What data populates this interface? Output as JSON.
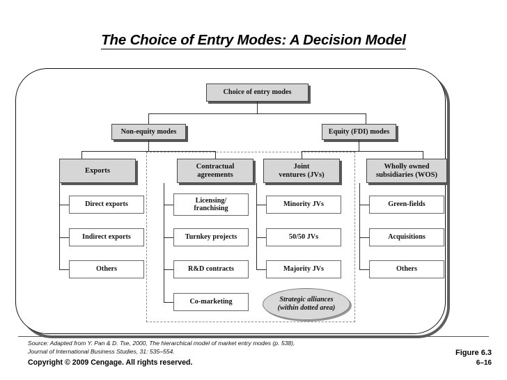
{
  "slide": {
    "title": "The Choice of Entry Modes: A Decision Model",
    "figure_label": "Figure 6.3",
    "slide_number": "6–16",
    "source_note": "Source: Adapted from Y. Pan & D. Tse, 2000, The hierarchical model of market entry modes (p. 538), Journal of International Business Studies, 31: 535–554.",
    "copyright": "Copyright © 2009 Cengage. All rights reserved."
  },
  "colors": {
    "box_gray": "#d6d6d6",
    "box_border": "#444444",
    "shadow": "#595959",
    "dashed_region": "#8a8a8a",
    "oval_fill": "#d9d9d9",
    "text": "#111111"
  },
  "diagram": {
    "root": "Choice of entry modes",
    "level2": [
      "Non-equity modes",
      "Equity (FDI) modes"
    ],
    "level3": [
      "Exports",
      "Contractual agreements",
      "Joint ventures (JVs)",
      "Wholly owned subsidiaries (WOS)"
    ],
    "level3_lines": {
      "exports": [
        "Exports"
      ],
      "contractual": [
        "Contractual",
        "agreements"
      ],
      "jv": [
        "Joint",
        "ventures (JVs)"
      ],
      "wos": [
        "Wholly owned",
        "subsidiaries (WOS)"
      ]
    },
    "columns": {
      "exports": [
        "Direct exports",
        "Indirect exports",
        "Others"
      ],
      "contractual": [
        "Licensing/ franchising",
        "Turnkey projects",
        "R&D contracts",
        "Co-marketing"
      ],
      "joint_ventures": [
        "Minority JVs",
        "50/50 JVs",
        "Majority JVs"
      ],
      "wholly_owned": [
        "Green-fields",
        "Acquisitions",
        "Others"
      ]
    },
    "column_line_items": {
      "licensing_l1": "Licensing/",
      "licensing_l2": "franchising"
    },
    "callout": {
      "line1": "Strategic alliances",
      "line2": "(within dotted area)"
    }
  }
}
